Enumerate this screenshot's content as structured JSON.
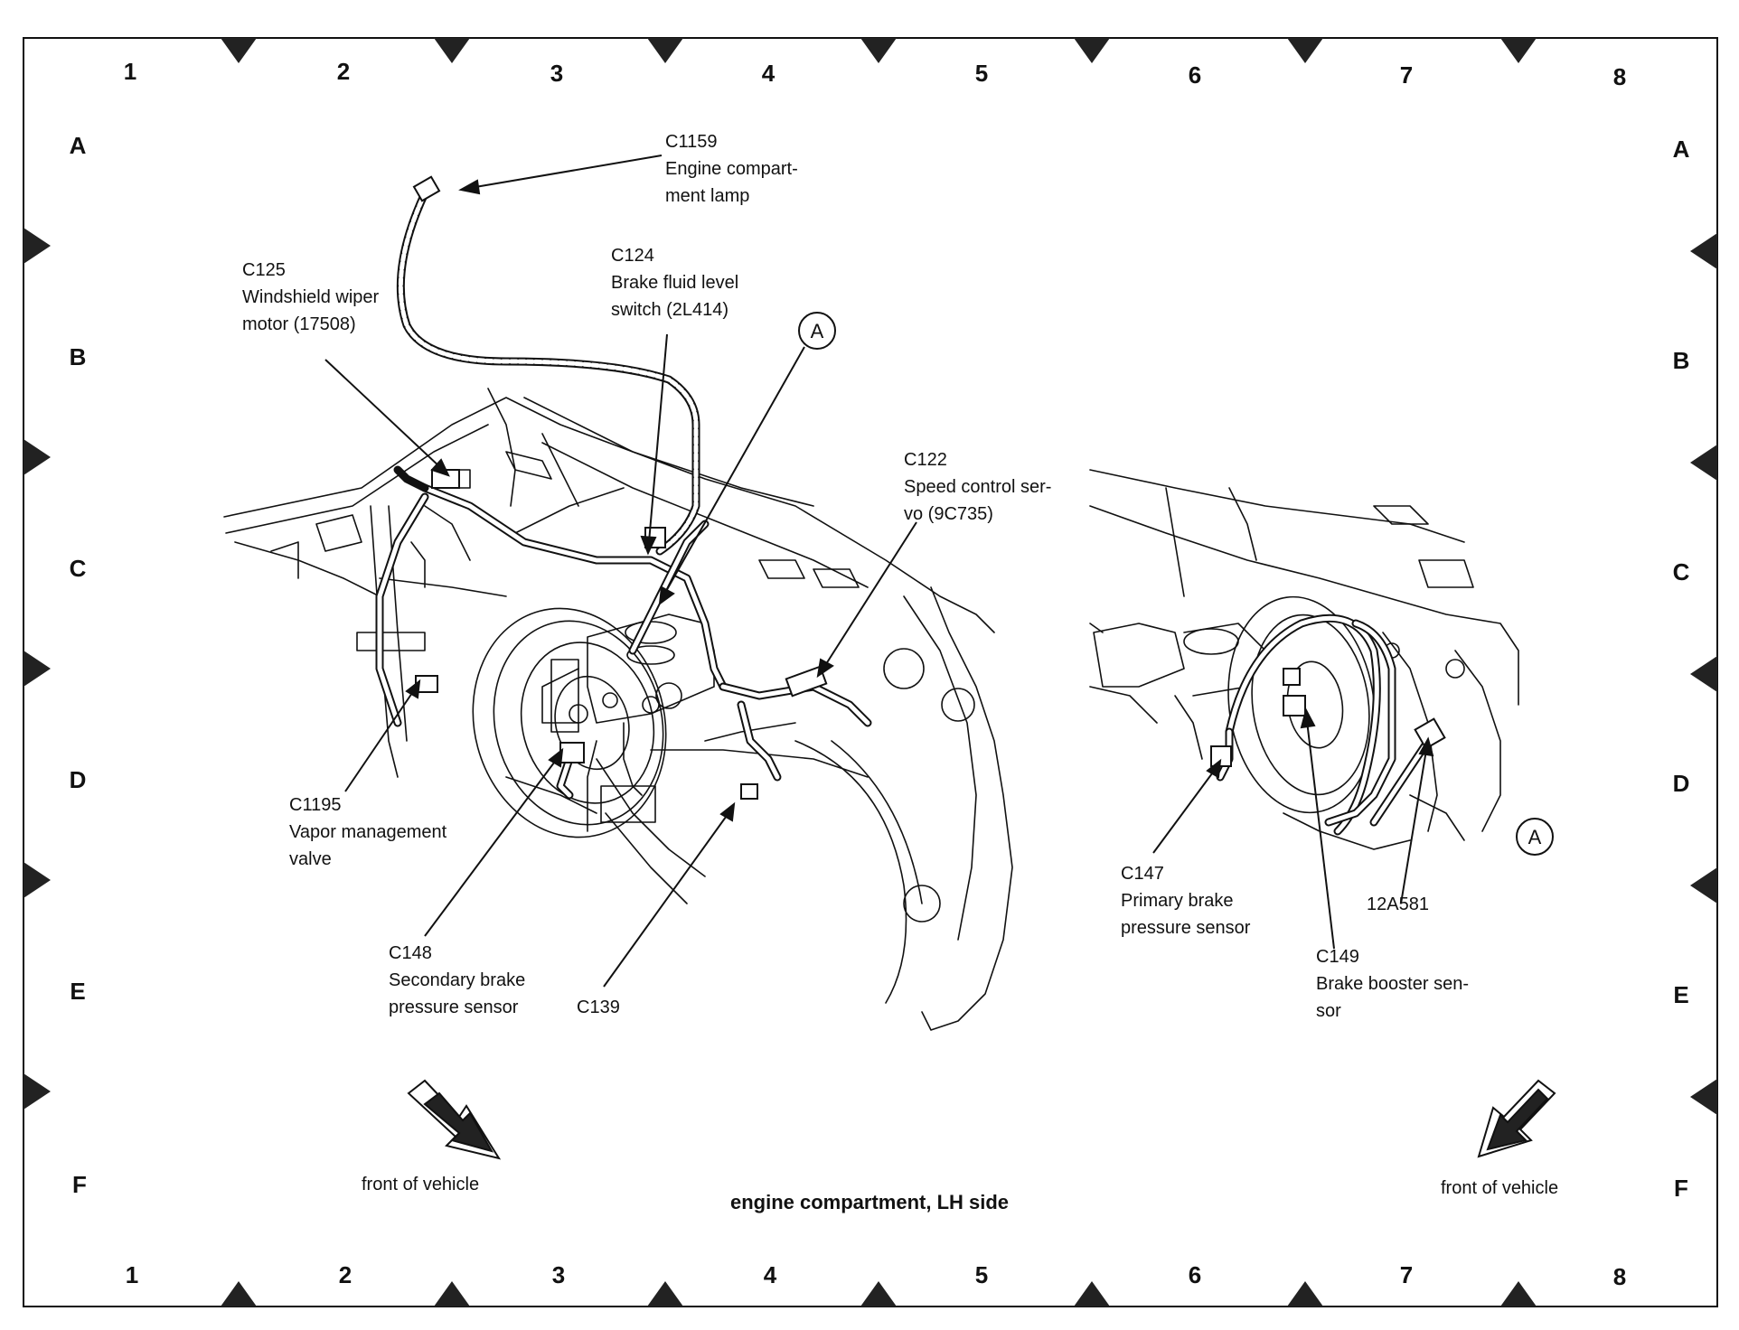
{
  "title": "engine compartment, LH side",
  "columns": [
    "1",
    "2",
    "3",
    "4",
    "5",
    "6",
    "7",
    "8"
  ],
  "rows": [
    "A",
    "B",
    "C",
    "D",
    "E",
    "F"
  ],
  "front_of_vehicle_label": "front of vehicle",
  "callout_letter": "A",
  "connectors": {
    "c1159": {
      "id": "C1159",
      "lines": [
        "Engine compart-",
        "ment lamp"
      ]
    },
    "c124": {
      "id": "C124",
      "lines": [
        "Brake fluid level",
        "switch (2L414)"
      ]
    },
    "c125": {
      "id": "C125",
      "lines": [
        "Windshield wiper",
        "motor (17508)"
      ]
    },
    "c122": {
      "id": "C122",
      "lines": [
        "Speed control ser-",
        "vo (9C735)"
      ]
    },
    "c1195": {
      "id": "C1195",
      "lines": [
        "Vapor management",
        "valve"
      ]
    },
    "c148": {
      "id": "C148",
      "lines": [
        "Secondary brake",
        "pressure sensor"
      ]
    },
    "c139": {
      "id": "C139",
      "lines": []
    },
    "c147": {
      "id": "C147",
      "lines": [
        "Primary brake",
        "pressure sensor"
      ]
    },
    "c149": {
      "id": "C149",
      "lines": [
        "Brake booster sen-",
        "sor"
      ]
    },
    "p12a581": {
      "id": "12A581",
      "lines": []
    }
  }
}
